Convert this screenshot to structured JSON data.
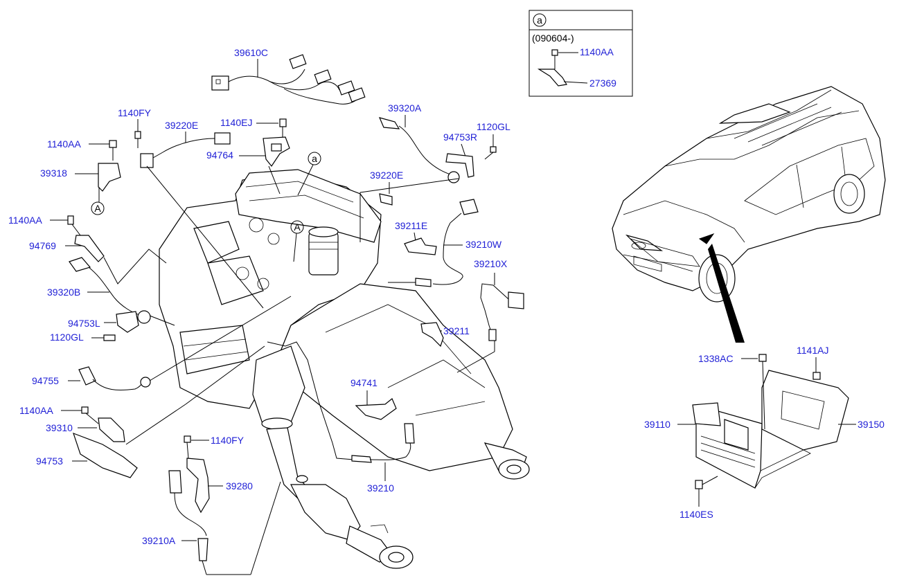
{
  "inset": {
    "marker": "a",
    "date_code": "(090604-)",
    "labels": [
      "1140AA",
      "27369"
    ]
  },
  "callouts": {
    "A": "A",
    "a": "a"
  },
  "parts": {
    "p39610C": "39610C",
    "p1140FY_top": "1140FY",
    "p39220E_top": "39220E",
    "p1140EJ": "1140EJ",
    "p39320A": "39320A",
    "p1120GL_top": "1120GL",
    "p94753R": "94753R",
    "p1140AA_1": "1140AA",
    "p94764": "94764",
    "p39318": "39318",
    "p39220E_mid": "39220E",
    "p1140AA_2": "1140AA",
    "p39211E": "39211E",
    "p94769": "94769",
    "p39210W": "39210W",
    "p39210X": "39210X",
    "p39320B": "39320B",
    "p94753L": "94753L",
    "p1120GL_left": "1120GL",
    "p39211": "39211",
    "p94755": "94755",
    "p94741": "94741",
    "p1140AA_3": "1140AA",
    "p39310": "39310",
    "p1140FY_low": "1140FY",
    "p94753": "94753",
    "p39280": "39280",
    "p39210": "39210",
    "p39210A": "39210A",
    "p1338AC": "1338AC",
    "p1141AJ": "1141AJ",
    "p39110": "39110",
    "p39150": "39150",
    "p1140ES": "1140ES"
  }
}
